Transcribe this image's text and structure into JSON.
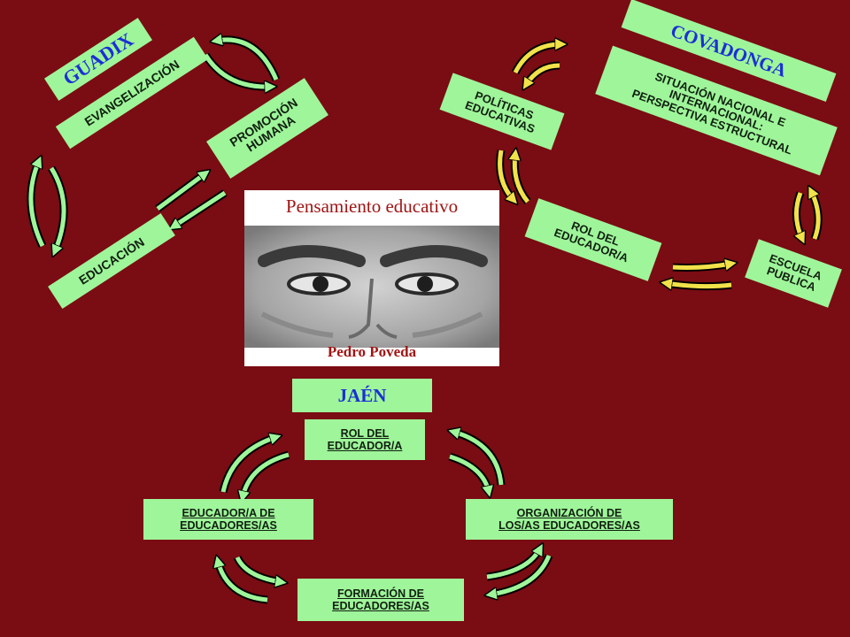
{
  "center": {
    "title": "Pensamiento educativo",
    "name": "Pedro Poveda"
  },
  "guadix": {
    "title": "GUADIX",
    "evangelizacion": "EVANGELIZACIÓN",
    "promocion": "PROMOCIÓN\nHUMANA",
    "educacion": "EDUCACIÓN"
  },
  "covadonga": {
    "title": "COVADONGA",
    "situacion": "SITUACIÓN NACIONAL E\nINTERNACIONAL:\nPERSPECTIVA ESTRUCTURAL",
    "politicas": "POLÍTICAS\nEDUCATIVAS",
    "rol": "ROL DEL\nEDUCADOR/A",
    "escuela": "ESCUELA\nPUBLICA"
  },
  "jaen": {
    "title": "JAÉN",
    "rol": "ROL DEL\nEDUCADOR/A",
    "educador": "EDUCADOR/A DE\nEDUCADORES/AS",
    "organizacion": "ORGANIZACIÓN DE\nLOS/AS EDUCADORES/AS",
    "formacion": "FORMACIÓN DE\nEDUCADORES/AS"
  },
  "colors": {
    "background": "#7a0c13",
    "box_fill": "#9ff59a",
    "title_blue": "#1a2fd6",
    "arrow_green": "#9ff59a",
    "arrow_yellow": "#f2e24a"
  }
}
